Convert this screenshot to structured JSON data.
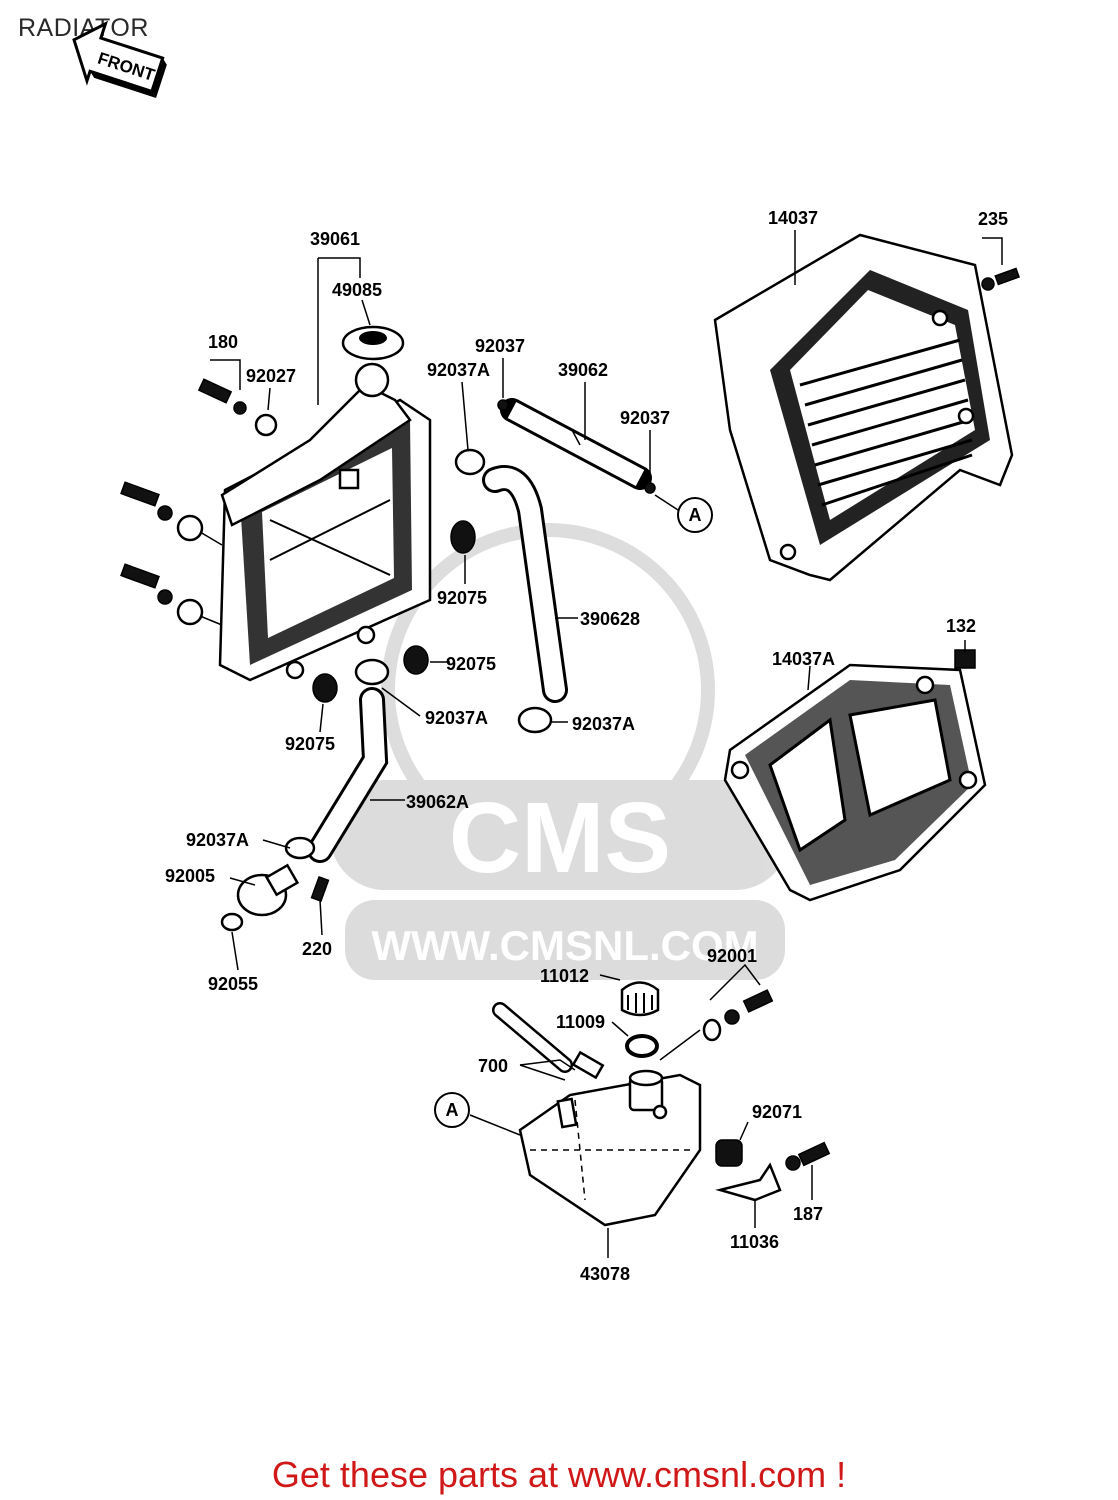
{
  "title": "RADIATOR",
  "front_label": "FRONT",
  "watermark": {
    "brand": "CMS",
    "url": "WWW.CMSNL.COM"
  },
  "footer": "Get these parts at www.cmsnl.com !",
  "callouts": {
    "a_top": "A",
    "a_bottom": "A"
  },
  "parts": {
    "p14037": "14037",
    "p235": "235",
    "p39061": "39061",
    "p49085": "49085",
    "p180": "180",
    "p92027": "92027",
    "p92037_top": "92037",
    "p92037A_top": "92037A",
    "p39062": "39062",
    "p92037_right": "92037",
    "p92075_a": "92075",
    "p390628": "390628",
    "p92075_b": "92075",
    "p92037A_mid": "92037A",
    "p92037A_right": "92037A",
    "p92075_c": "92075",
    "p39062A": "39062A",
    "p92037A_low": "92037A",
    "p92005": "92005",
    "p220": "220",
    "p92055": "92055",
    "p132": "132",
    "p14037A": "14037A",
    "p11012": "11012",
    "p92001": "92001",
    "p11009": "11009",
    "p700": "700",
    "p92071": "92071",
    "p187": "187",
    "p11036": "11036",
    "p43078": "43078"
  },
  "colors": {
    "footer": "#d01818",
    "watermark": "#d9d9d9",
    "ink": "#000000"
  }
}
